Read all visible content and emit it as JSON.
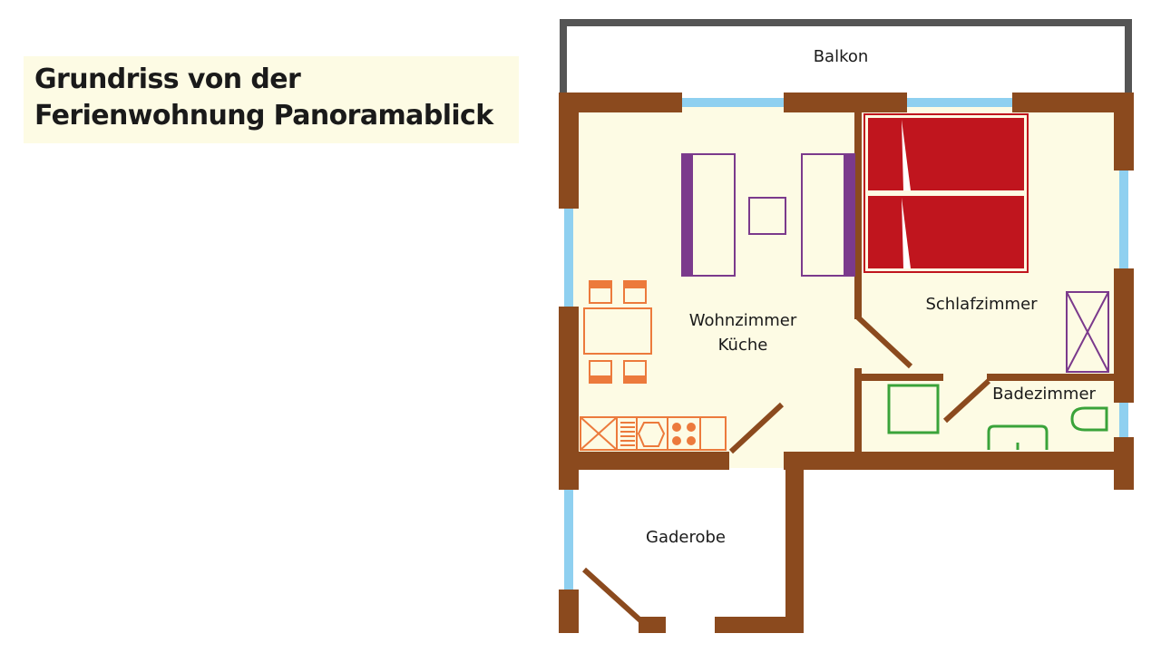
{
  "title": {
    "line1": "Grundriss von der",
    "line2": "Ferienwohnung Panoramablick"
  },
  "rooms": {
    "balkon": "Balkon",
    "wohnzimmer_line1": "Wohnzimmer",
    "wohnzimmer_line2": "Küche",
    "schlafzimmer": "Schlafzimmer",
    "badezimmer": "Badezimmer",
    "gaderobe": "Gaderobe"
  },
  "colors": {
    "wall": "#8b4a1e",
    "window": "#8fd0f0",
    "floor": "#fdfbe4",
    "balcony_rail": "#555555",
    "bed": "#c0151e",
    "sofa": "#7b3a8c",
    "dining": "#ec7a3c",
    "sanitary": "#3aa33a"
  },
  "icons": [
    "bed-icon",
    "sofa-icon",
    "coffee-table-icon",
    "dining-table-icon",
    "kitchen-counter-icon",
    "wardrobe-icon",
    "shower-icon",
    "washbasin-icon",
    "toilet-icon"
  ]
}
